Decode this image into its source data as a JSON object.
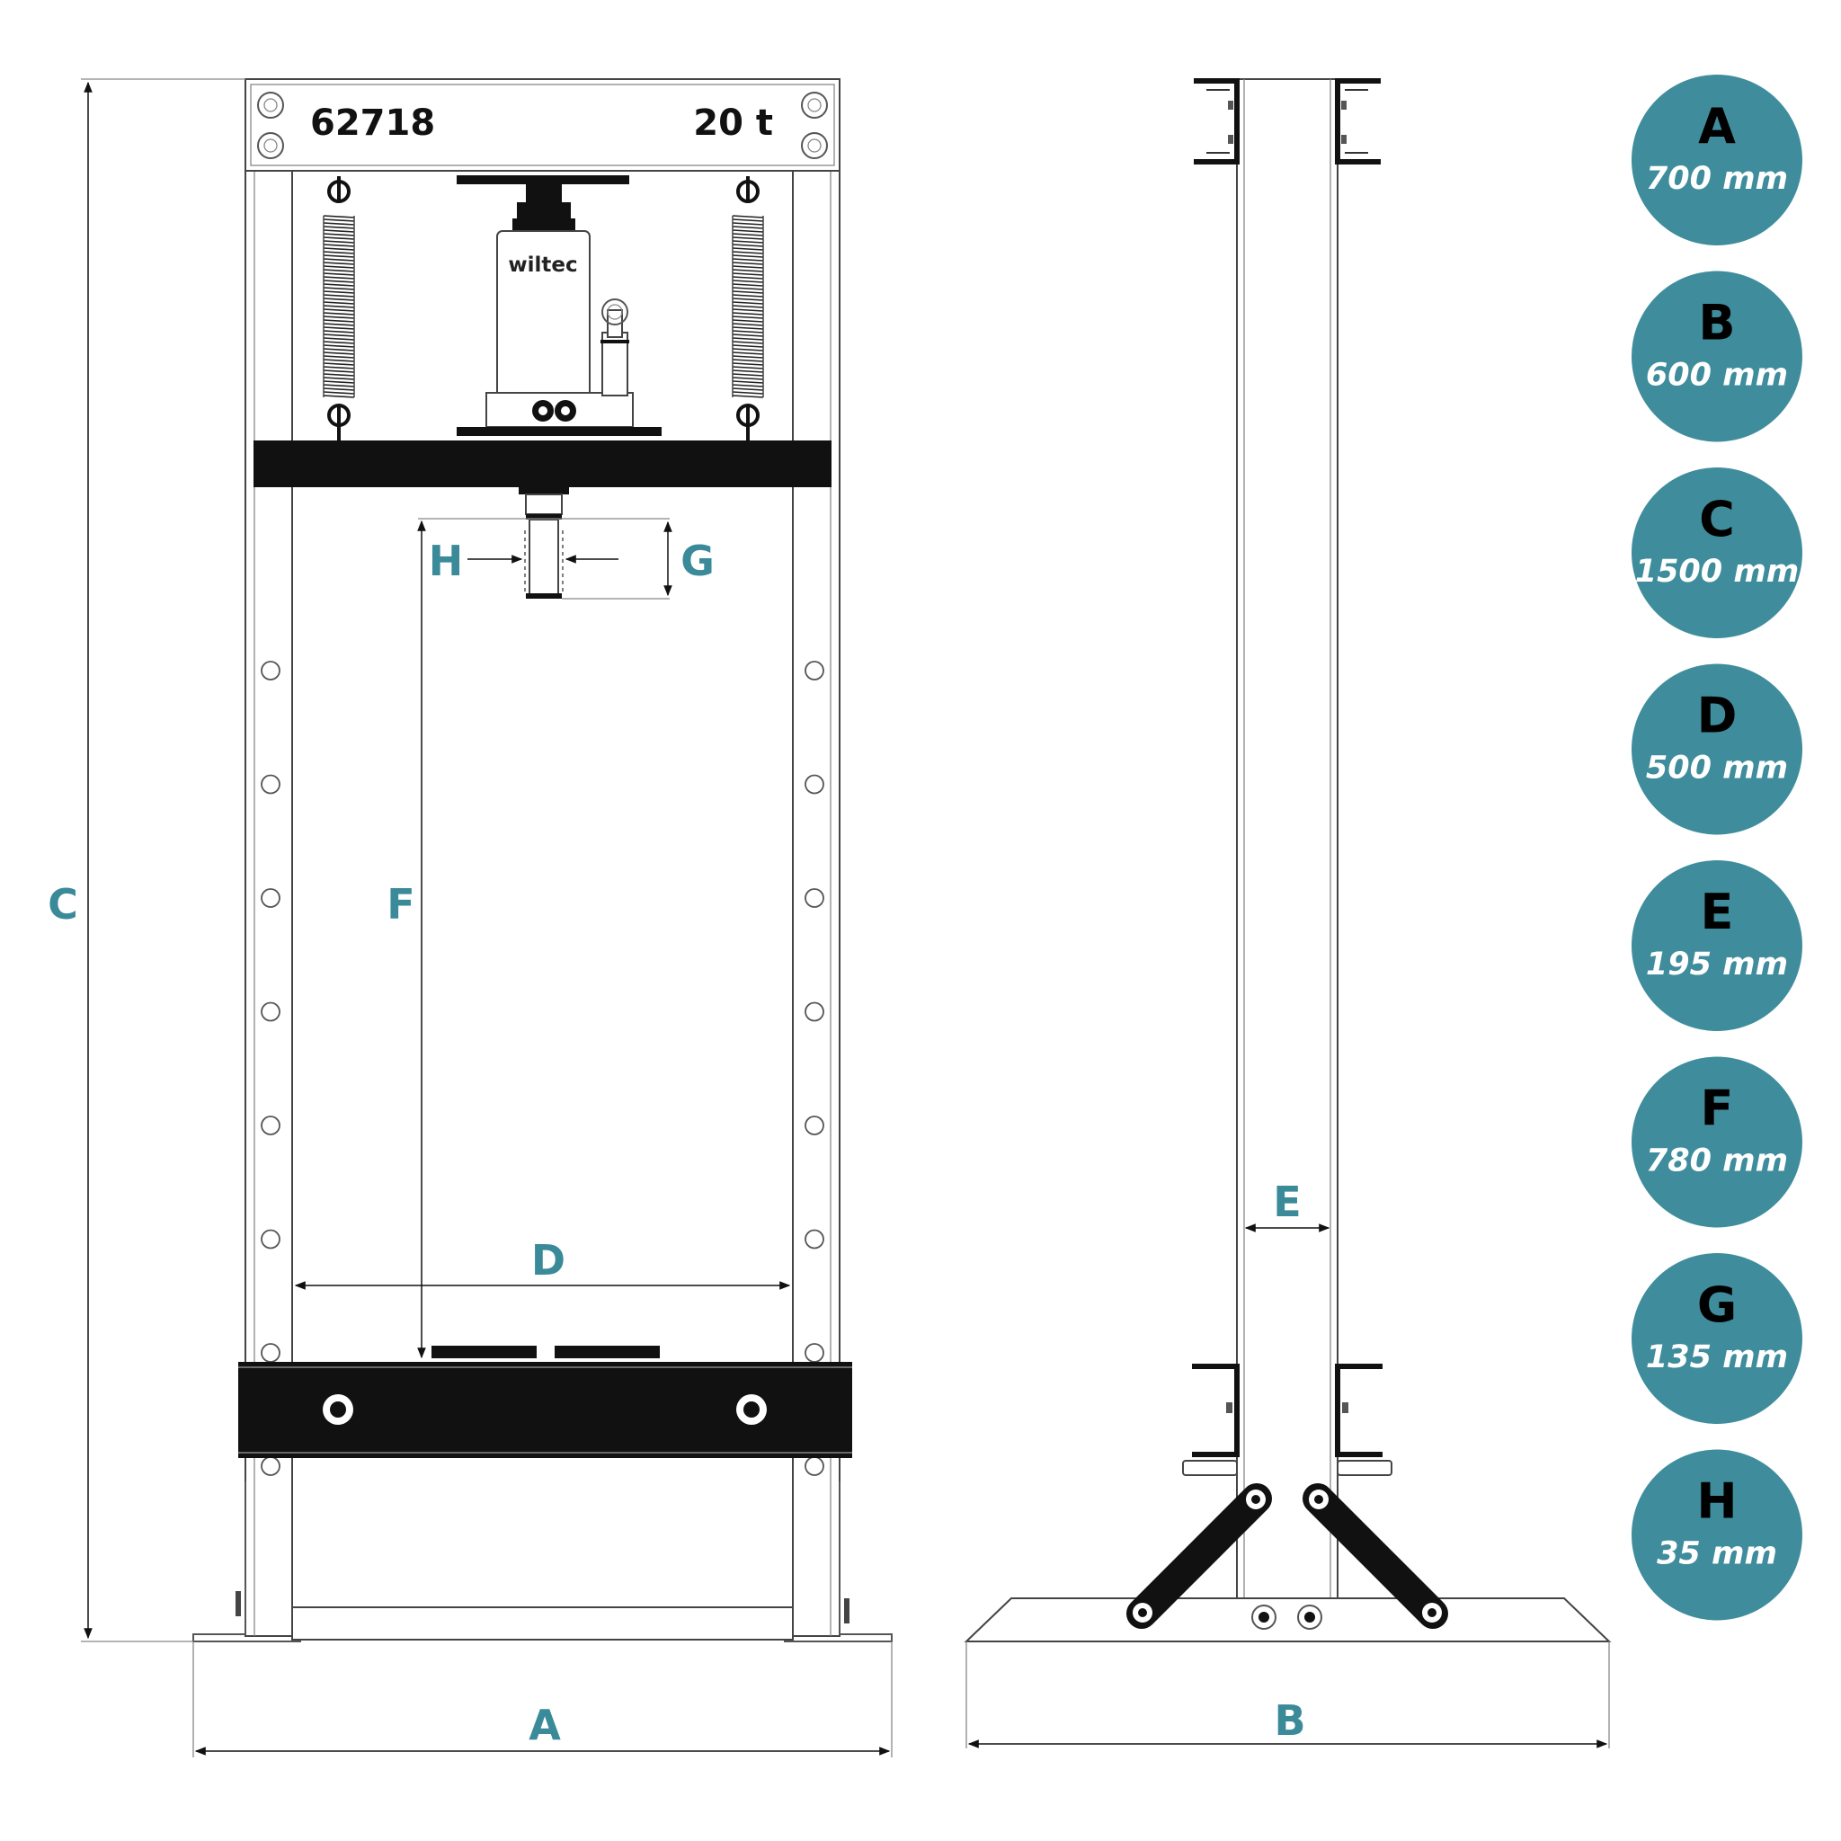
{
  "plate": {
    "model": "62718",
    "capacity": "20 t"
  },
  "jack": {
    "brand": "wiltec"
  },
  "dimension_labels": {
    "A": "A",
    "B": "B",
    "C": "C",
    "D": "D",
    "E": "E",
    "F": "F",
    "G": "G",
    "H": "H"
  },
  "legend": [
    {
      "letter": "A",
      "value": "700 mm"
    },
    {
      "letter": "B",
      "value": "600 mm"
    },
    {
      "letter": "C",
      "value": "1500 mm"
    },
    {
      "letter": "D",
      "value": "500 mm"
    },
    {
      "letter": "E",
      "value": "195 mm"
    },
    {
      "letter": "F",
      "value": "780 mm"
    },
    {
      "letter": "G",
      "value": "135 mm"
    },
    {
      "letter": "H",
      "value": "35 mm"
    }
  ],
  "colors": {
    "accent": "#3a8a99",
    "bubble": "#3f8d9c",
    "steel": "#111111"
  }
}
